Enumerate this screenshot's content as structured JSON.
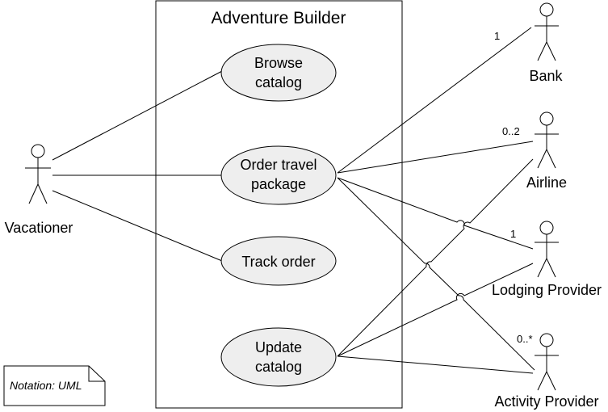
{
  "system": {
    "name": "Adventure Builder"
  },
  "actors": {
    "vacationer": "Vacationer",
    "bank": "Bank",
    "airline": "Airline",
    "lodging": "Lodging Provider",
    "activity": "Activity Provider"
  },
  "use_cases": {
    "browse": [
      "Browse",
      "catalog"
    ],
    "order": [
      "Order travel",
      "package"
    ],
    "track": [
      "Track order"
    ],
    "update": [
      "Update",
      "catalog"
    ]
  },
  "multiplicities": {
    "bank": "1",
    "airline": "0..2",
    "lodging": "1",
    "activity": "0..*"
  },
  "note": "Notation: UML"
}
